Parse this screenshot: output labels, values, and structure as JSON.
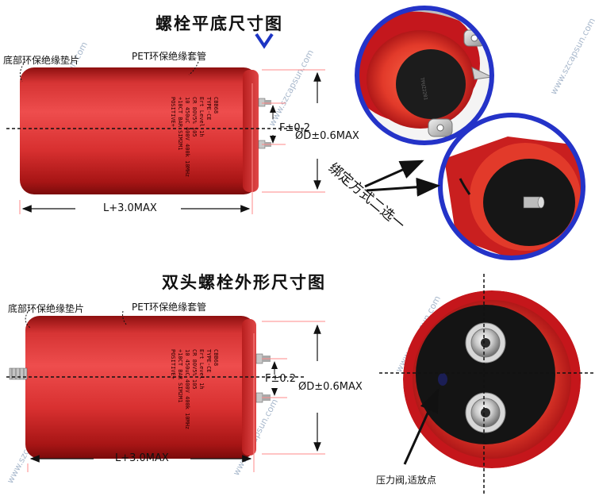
{
  "section1": {
    "title": "螺栓平底尺寸图",
    "base_label": "底部环保绝缘垫片",
    "sleeve_label": "PET环保绝缘套管",
    "pitch_label": "F±0.2",
    "diameter_label": "ØD±0.6MAX",
    "length_label": "L+3.0MAX",
    "mounting_label": "绑定方式二选一"
  },
  "section2": {
    "title": "双头螺栓外形尺寸图",
    "base_label": "底部环保绝缘垫片",
    "sleeve_label": "PET环保绝缘套管",
    "pitch_label": "F±0.2",
    "diameter_label": "ØD±0.6MAX",
    "length_label": "L+3.0MAX",
    "vent_label": "压力阀,适放点"
  },
  "capacitor_print": [
    "CBB68",
    "TYPE-CE",
    "Ert Level 1h",
    "CR 80V5% 105",
    "10 450uC 400V 400k 10MHz",
    "+10CT BAR SIM2M1",
    "POSITIVE+"
  ],
  "end_cap_code": "TPUZ2201",
  "watermark": "www.szcapsun.com",
  "colors": {
    "capacitor_red": "#d42a2a",
    "circle_border": "#2433c8",
    "guide_line": "#ff8a8a"
  }
}
